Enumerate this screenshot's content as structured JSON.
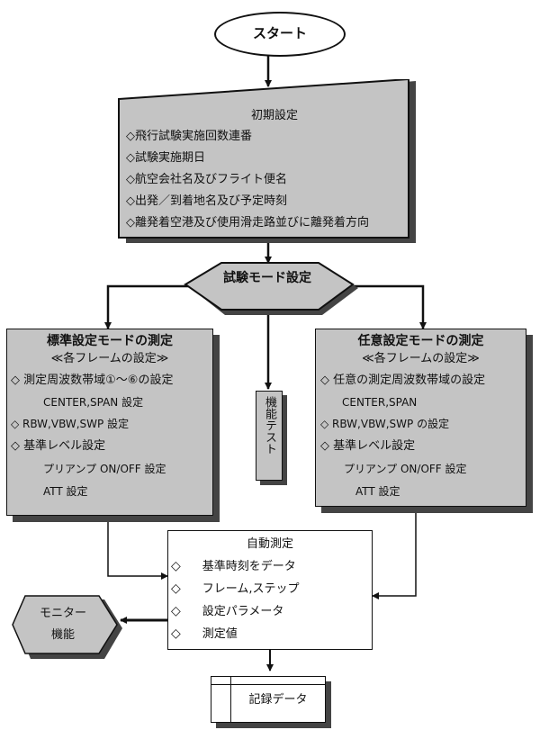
{
  "start": "スタート",
  "initial": {
    "title": "初期設定",
    "items": [
      "◇飛行試験実施回数連番",
      "◇試験実施期日",
      "◇航空会社名及びフライト便名",
      "◇出発／到着地名及び予定時刻",
      "◇離発着空港及び使用滑走路並びに離発着方向"
    ]
  },
  "mode_select": "試験モード設定",
  "standard": {
    "title": "標準設定モードの測定",
    "subtitle": "≪各フレームの設定≫",
    "lines": [
      "◇ 測定周波数帯域①～⑥の設定",
      "CENTER,SPAN 設定",
      "◇ RBW,VBW,SWP 設定",
      "◇ 基準レベル設定",
      "プリアンプ ON/OFF 設定",
      "ATT 設定"
    ]
  },
  "function_test": "機能テスト",
  "arbitrary": {
    "title": "任意設定モードの測定",
    "subtitle": "≪各フレームの設定≫",
    "lines": [
      "◇ 任意の測定周波数帯域の設定",
      "CENTER,SPAN",
      "◇ RBW,VBW,SWP の設定",
      "◇ 基準レベル設定",
      "プリアンプ ON/OFF 設定",
      "ATT 設定"
    ]
  },
  "auto": {
    "title": "自動測定",
    "items": [
      "基準時刻をデータ",
      "フレーム,ステップ",
      "設定パラメータ",
      "測定値"
    ]
  },
  "monitor": {
    "line1": "モニター",
    "line2": "機能"
  },
  "record": "記録データ"
}
